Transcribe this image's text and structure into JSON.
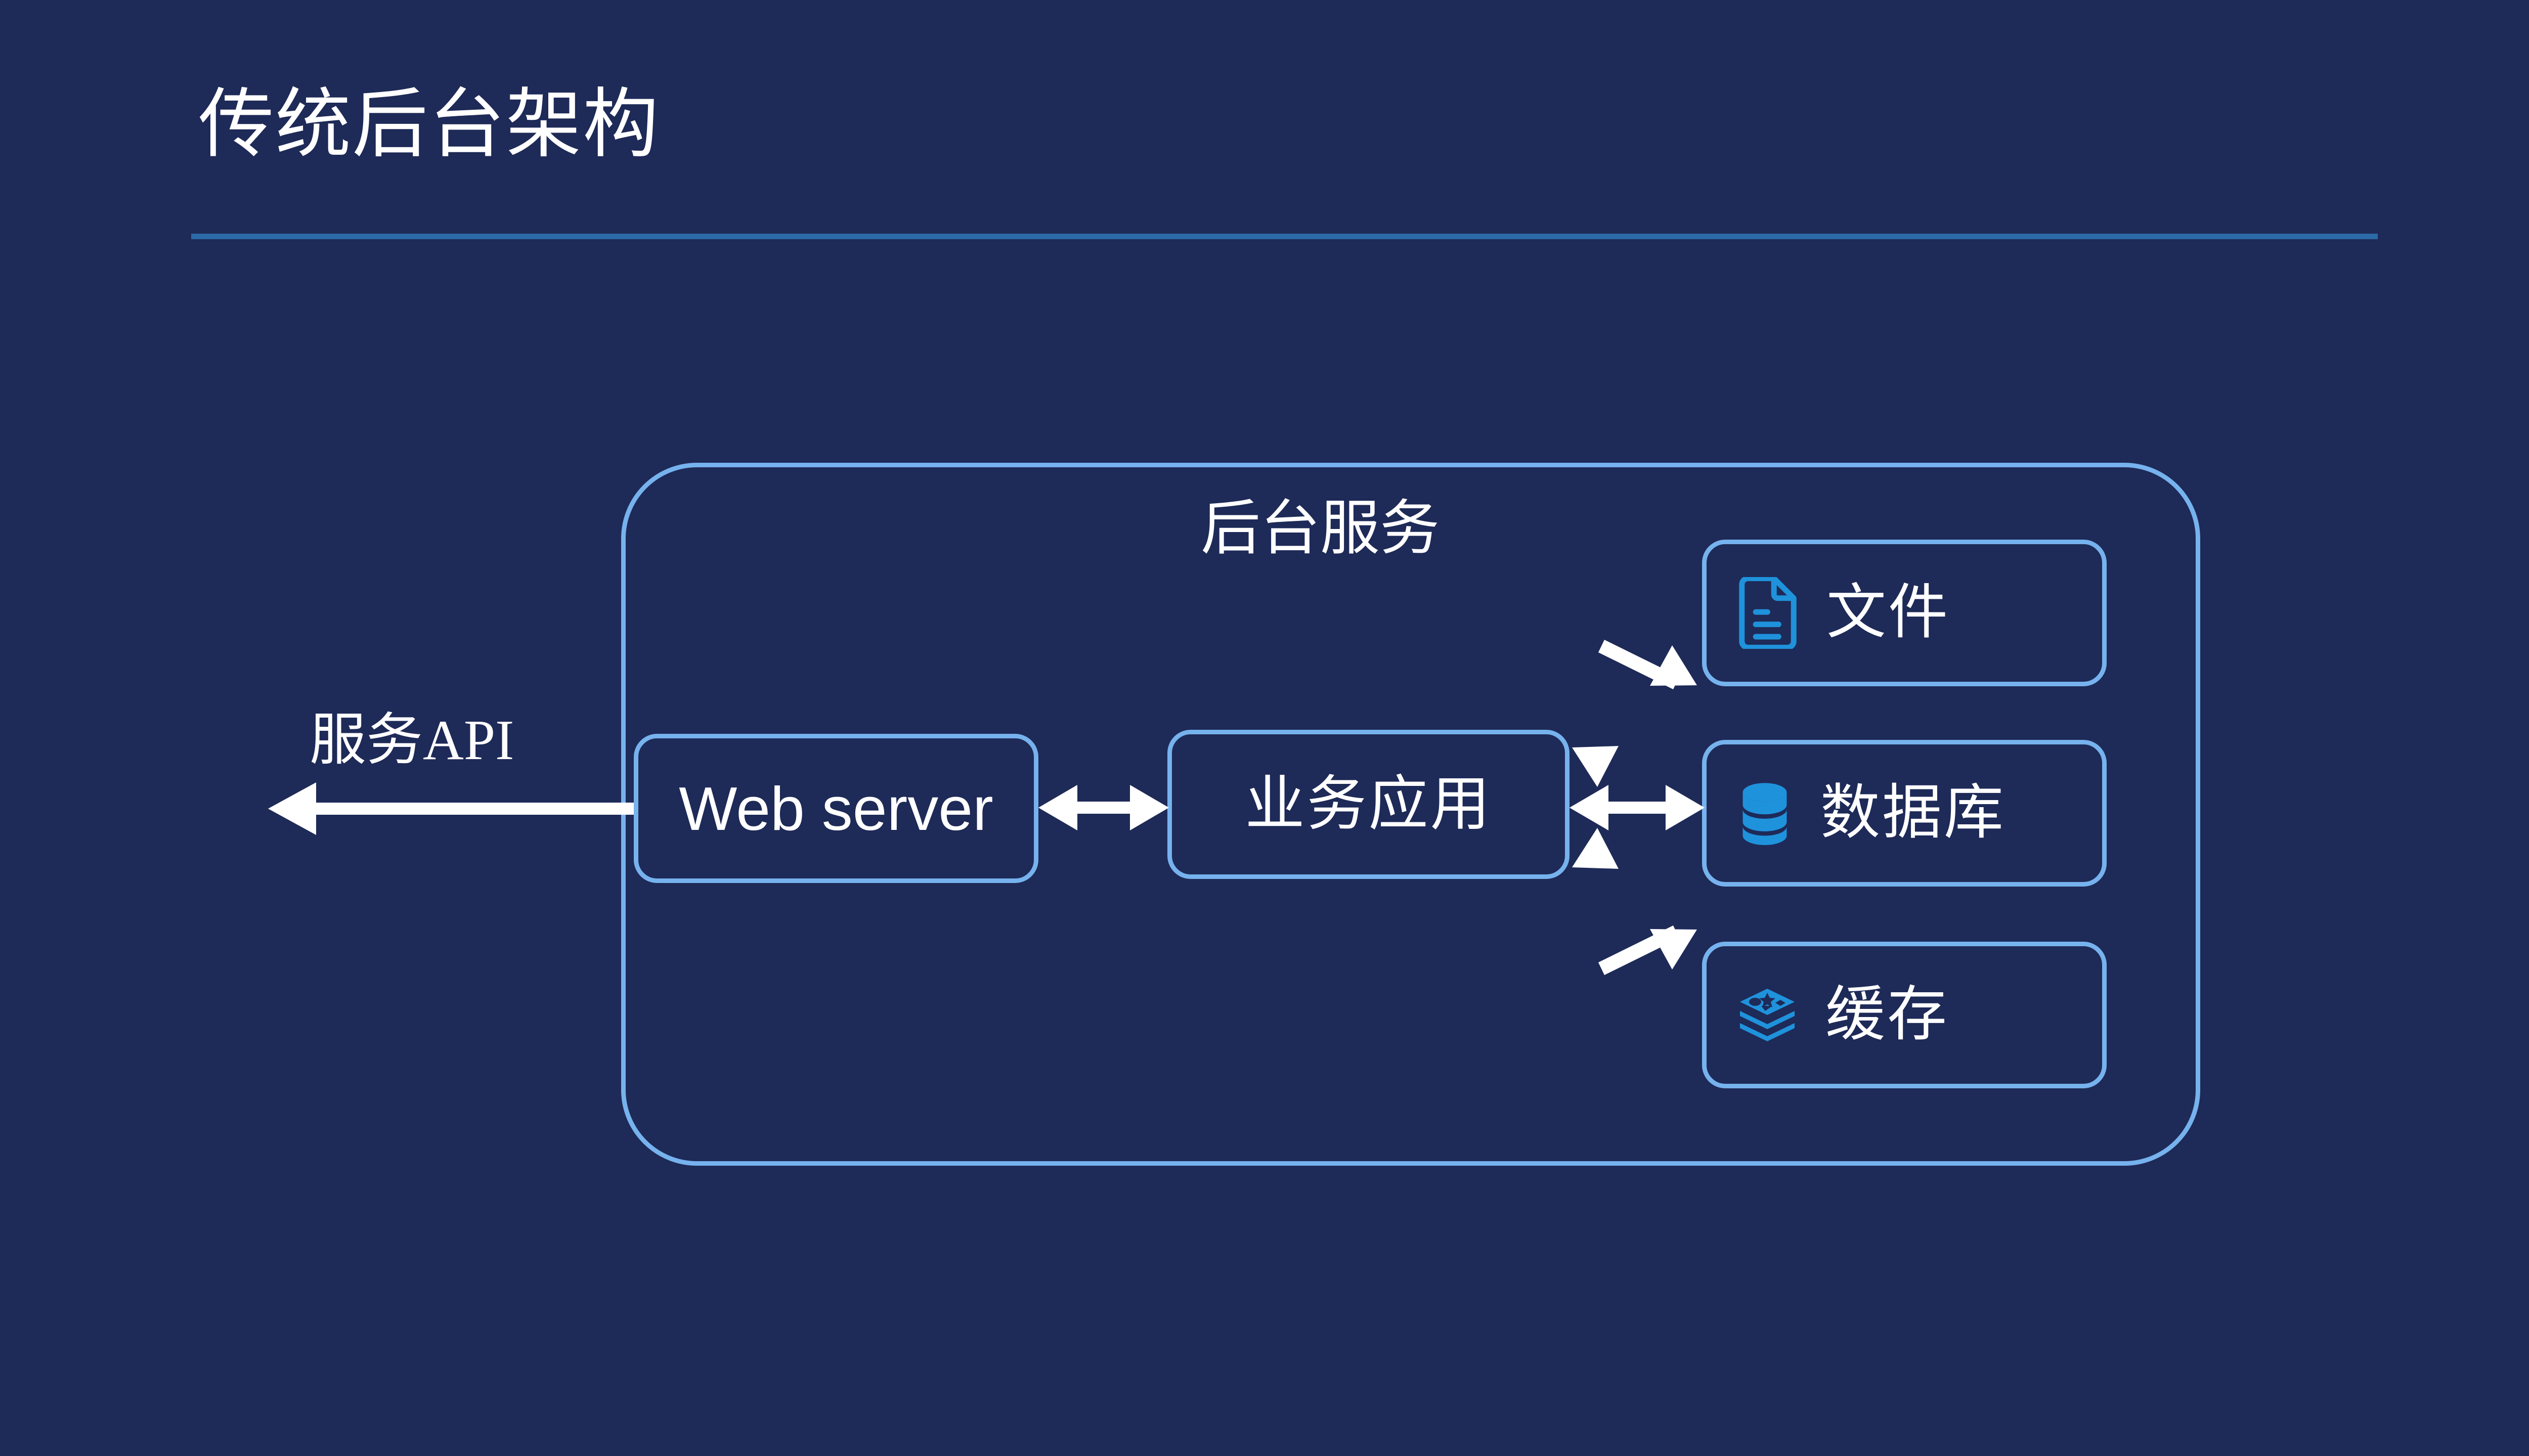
{
  "slide": {
    "title": "传统后台架构",
    "title_color": "#ffffff",
    "background_color": "#1e2a57",
    "divider_color": "#2c6aa8",
    "accent_border_color": "#76b2ee",
    "icon_color": "#1f92dc",
    "arrow_color": "#ffffff"
  },
  "diagram": {
    "container": {
      "label": "后台服务"
    },
    "external": {
      "api_label": "服务API"
    },
    "nodes": [
      {
        "id": "web-server",
        "label": "Web server"
      },
      {
        "id": "business-app",
        "label": "业务应用"
      }
    ],
    "resources": [
      {
        "id": "file",
        "label": "文件",
        "icon": "document-icon"
      },
      {
        "id": "db",
        "label": "数据库",
        "icon": "database-icon"
      },
      {
        "id": "cache",
        "label": "缓存",
        "icon": "cache-layers-icon"
      }
    ],
    "connections": [
      {
        "from": "service-api",
        "to": "web-server",
        "style": "single-arrow-left"
      },
      {
        "from": "web-server",
        "to": "business-app",
        "style": "double-arrow"
      },
      {
        "from": "business-app",
        "to": "file",
        "style": "double-arrow"
      },
      {
        "from": "business-app",
        "to": "db",
        "style": "double-arrow"
      },
      {
        "from": "business-app",
        "to": "cache",
        "style": "double-arrow"
      }
    ]
  }
}
